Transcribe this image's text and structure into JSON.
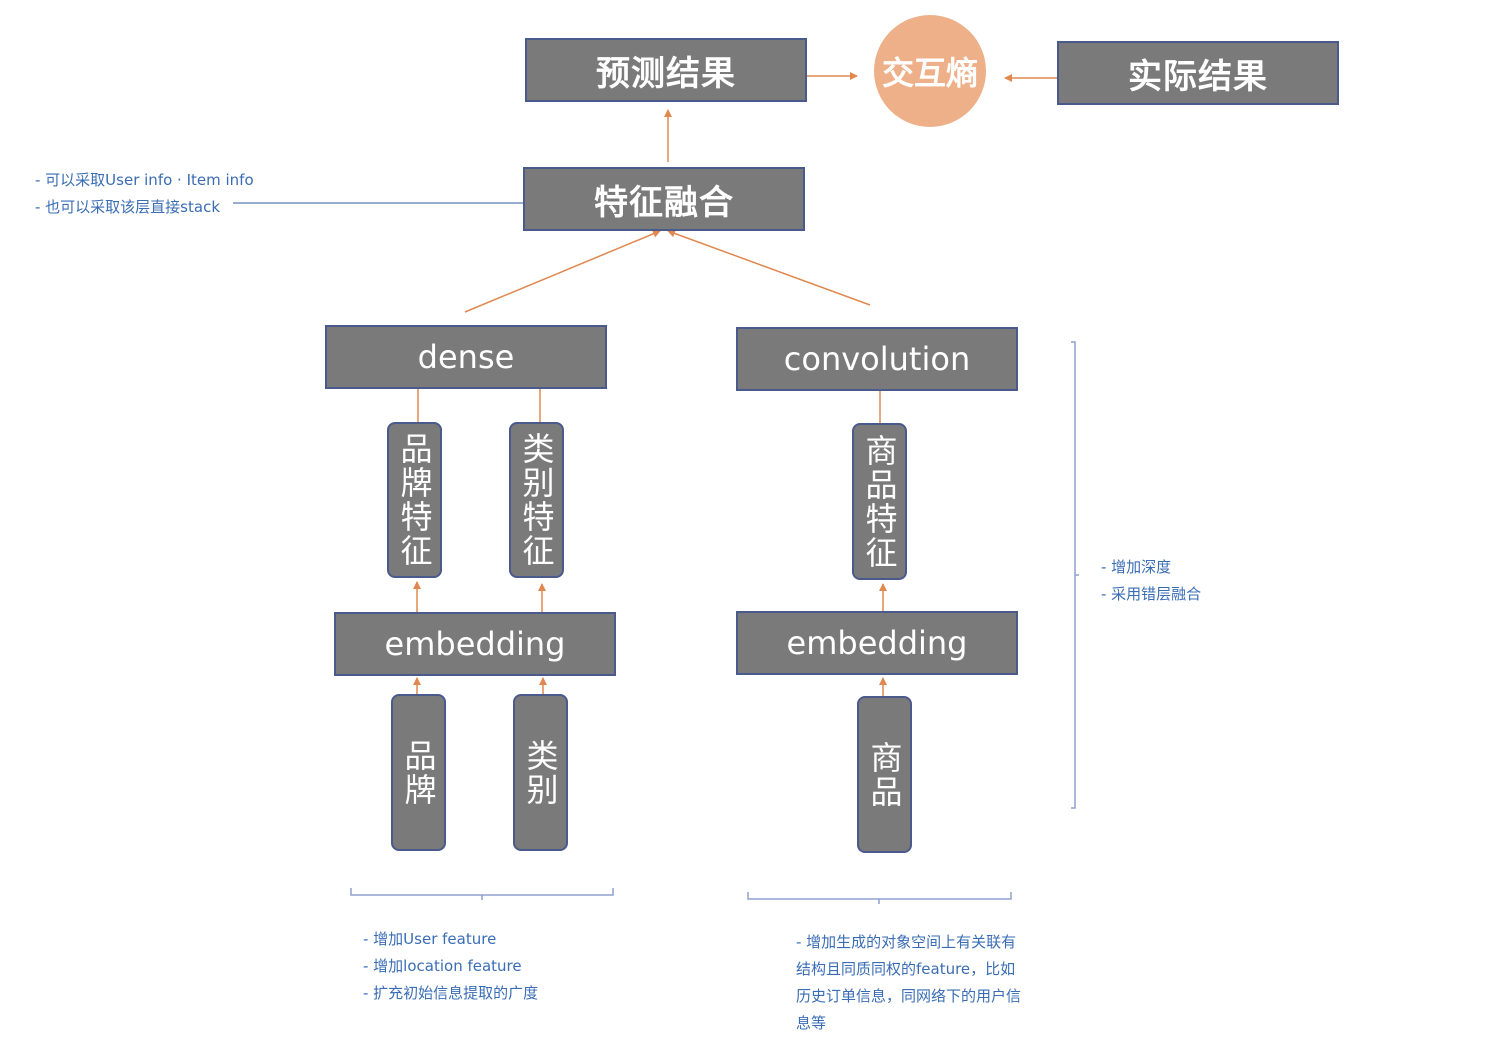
{
  "colors": {
    "box_fill": "#7a7a7a",
    "box_border": "#4a5a8c",
    "arrow": "#e08850",
    "circle": "#eeb088",
    "note_text": "#3a6db5",
    "bracket": "#8fa0d0"
  },
  "top": {
    "prediction": "预测结果",
    "cross_entropy": "交互熵",
    "actual": "实际结果"
  },
  "fusion": {
    "label": "特征融合",
    "notes": [
      "- 可以采取User info · Item info",
      "- 也可以采取该层直接stack"
    ]
  },
  "left_branch": {
    "dense": "dense",
    "features": [
      "品牌特征",
      "类别特征"
    ],
    "embedding": "embedding",
    "inputs": [
      "品牌",
      "类别"
    ],
    "notes": [
      "- 增加User feature",
      "- 增加location feature",
      "- 扩充初始信息提取的广度"
    ]
  },
  "right_branch": {
    "convolution": "convolution",
    "feature": "商品特征",
    "embedding": "embedding",
    "input": "商品",
    "note": "- 增加生成的对象空间上有关联有结构且同质同权的feature，比如历史订单信息，同网络下的用户信息等"
  },
  "side_notes": [
    "- 增加深度",
    "- 采用错层融合"
  ]
}
